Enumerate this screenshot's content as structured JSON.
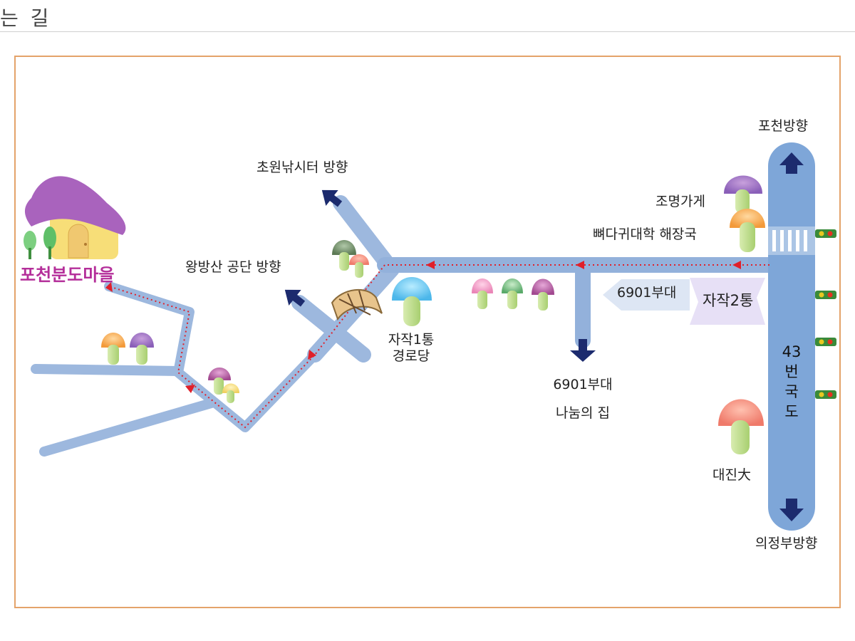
{
  "header": {
    "title": "는 길"
  },
  "map": {
    "village_label": "포천분도마을",
    "labels": {
      "pocheon_direction": "포천방향",
      "uijeongbu_direction": "의정부방향",
      "chowon_fishing": "초원낚시터 방향",
      "wangbangsan": "왕방산 공단 방향",
      "lamp_store": "조명가게",
      "haejangguk": "뼈다귀대학 해장국",
      "unit_6901_sign": "6901부대",
      "jajak2": "자작2통",
      "jajak1_line1": "자작1통",
      "jajak1_line2": "경로당",
      "sharing_line1": "6901부대",
      "sharing_line2": "나눔의 집",
      "daejin": "대진大"
    },
    "route_number": [
      "43",
      "번",
      "국",
      "도"
    ],
    "colors": {
      "road": "#9db8de",
      "main_road": "#7ea6d8",
      "arrow": "#1c2b6e",
      "route_dots": "#e0202a",
      "frame": "#e4a36a",
      "village_text": "#b42f9a"
    }
  }
}
